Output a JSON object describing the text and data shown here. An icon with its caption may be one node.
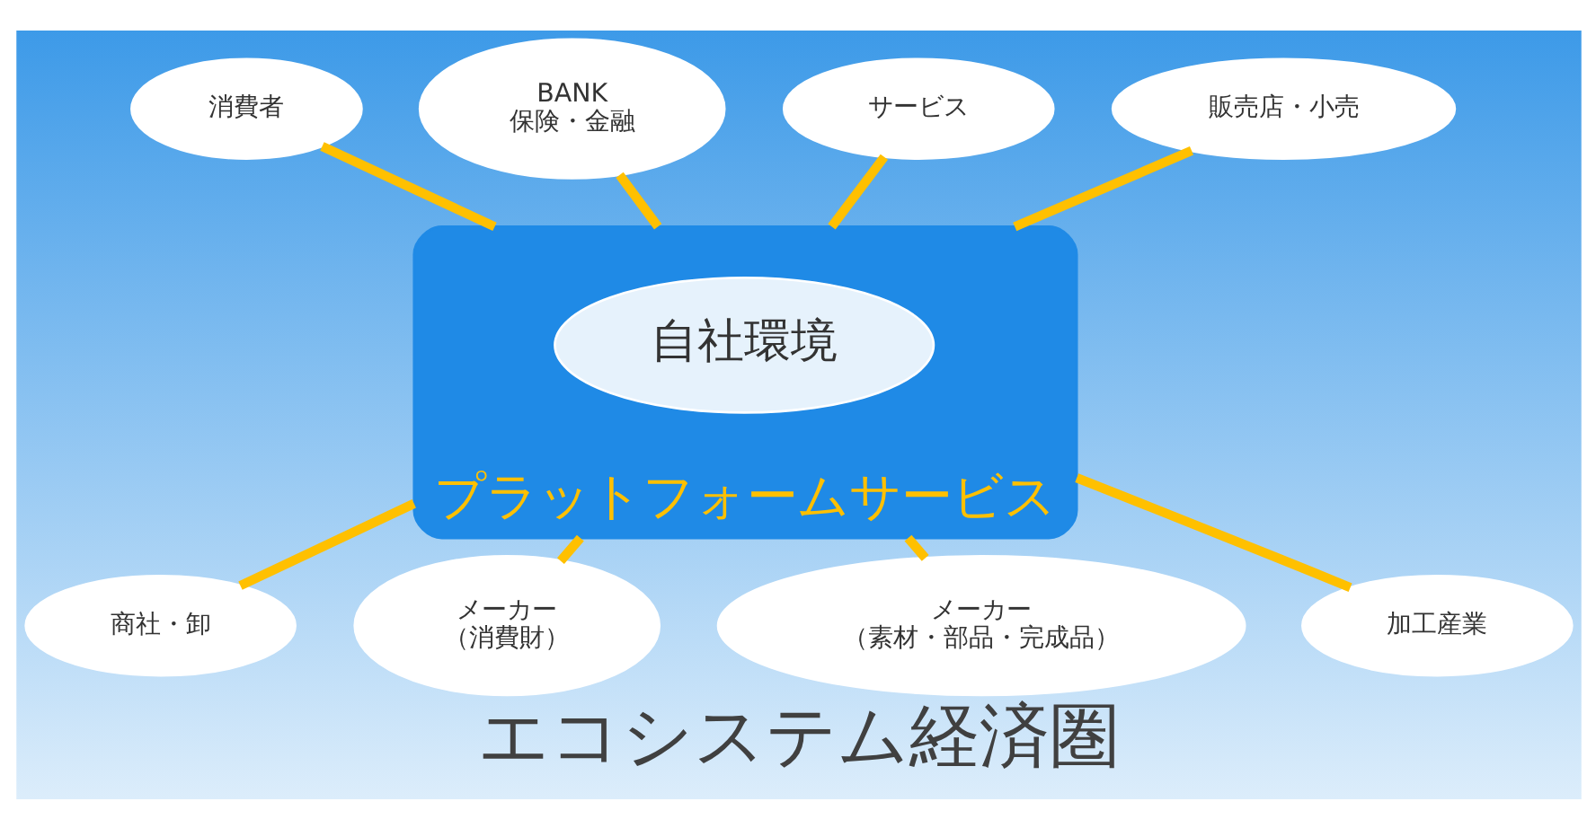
{
  "diagram": {
    "title": "エコシステム経済圏",
    "nodes": [
      {
        "text": [
          "プラットフォームサービス"
        ]
      },
      {
        "text": [
          "自社環境"
        ],
        "in": 0
      },
      {
        "text": [
          "消費者"
        ]
      },
      {
        "text": [
          "BANK",
          "保険・金融"
        ]
      },
      {
        "text": [
          "サービス"
        ]
      },
      {
        "text": [
          "販売店・小売"
        ]
      },
      {
        "text": [
          "商社・卸"
        ]
      },
      {
        "text": [
          "メーカー",
          "（消費財）"
        ]
      },
      {
        "text": [
          "メーカー",
          "（素材・部品・完成品）"
        ]
      },
      {
        "text": [
          "加工産業"
        ]
      }
    ],
    "edges": [
      {
        "from": 5,
        "to": 0,
        "arrow": "none"
      },
      {
        "from": 3,
        "to": 0,
        "arrow": "none"
      },
      {
        "from": 2,
        "to": 0,
        "arrow": "none"
      },
      {
        "from": 4,
        "to": 0,
        "arrow": "none"
      },
      {
        "from": 0,
        "to": 7,
        "arrow": "none"
      },
      {
        "from": 0,
        "to": 9,
        "arrow": "none"
      },
      {
        "from": 0,
        "to": 8,
        "arrow": "none"
      },
      {
        "from": 0,
        "to": 6,
        "arrow": "none"
      }
    ]
  }
}
